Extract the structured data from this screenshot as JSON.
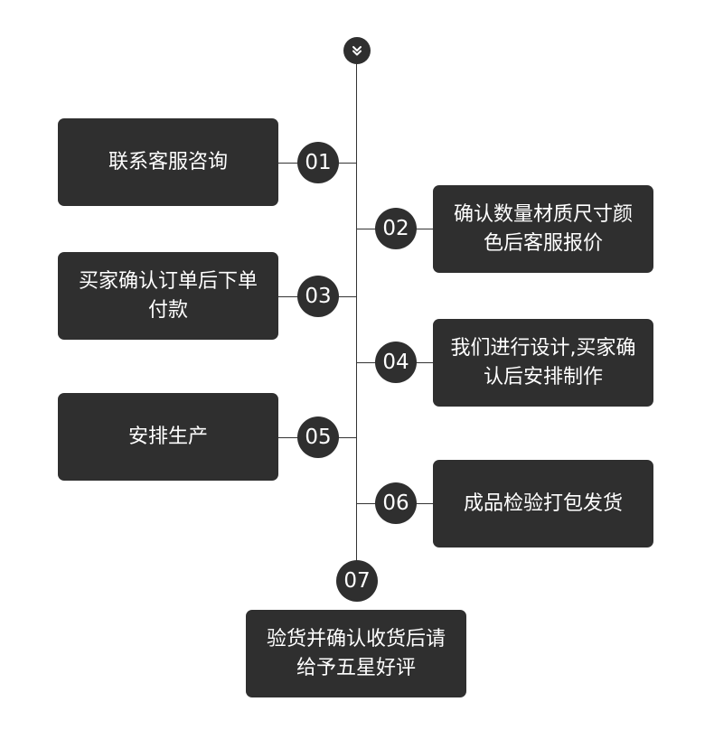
{
  "colors": {
    "box": "#2f2f2f",
    "line": "#333333",
    "text": "#ffffff",
    "background": "#ffffff"
  },
  "top_icon": "double-chevron-down-icon",
  "steps": [
    {
      "number": "01",
      "label": "联系客服咨询"
    },
    {
      "number": "02",
      "label": "确认数量材质尺寸颜色后客服报价"
    },
    {
      "number": "03",
      "label": "买家确认订单后下单付款"
    },
    {
      "number": "04",
      "label": "我们进行设计,买家确认后安排制作"
    },
    {
      "number": "05",
      "label": "安排生产"
    },
    {
      "number": "06",
      "label": "成品检验打包发货"
    },
    {
      "number": "07",
      "label": "验货并确认收货后请给予五星好评"
    }
  ]
}
